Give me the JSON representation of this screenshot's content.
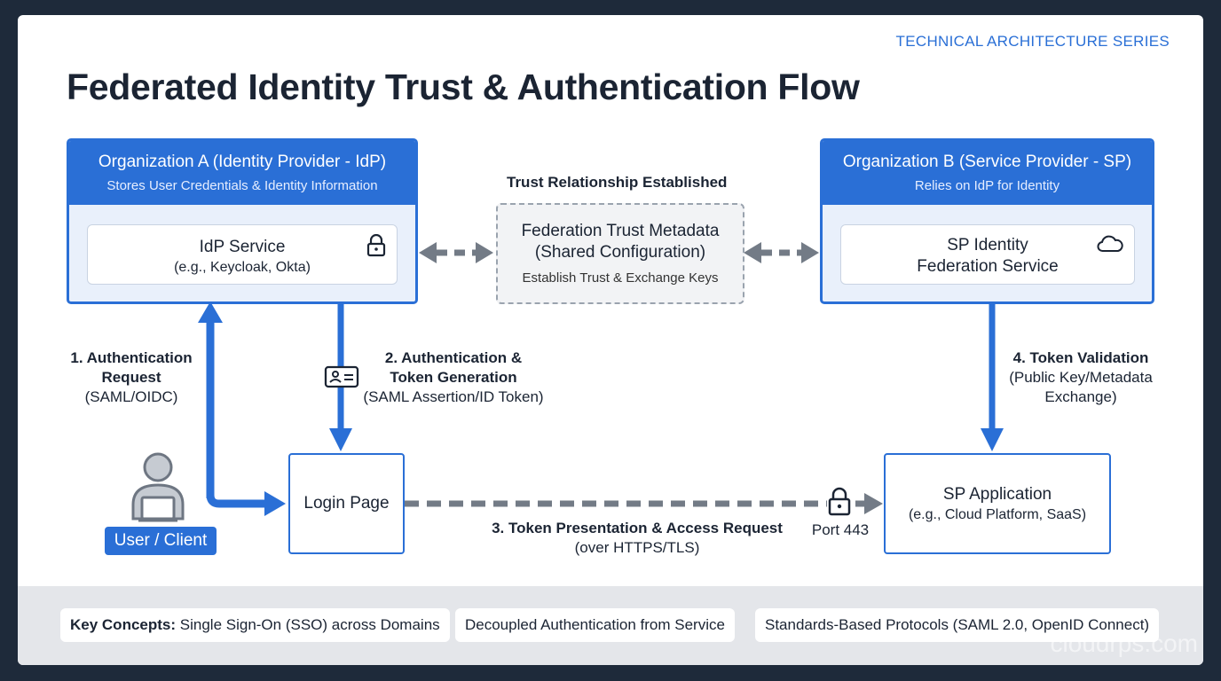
{
  "header": {
    "series": "TECHNICAL ARCHITECTURE SERIES",
    "title": "Federated Identity Trust & Authentication Flow"
  },
  "org_a": {
    "title": "Organization A (Identity Provider - IdP)",
    "subtitle": "Stores User Credentials & Identity Information",
    "service_name": "IdP Service",
    "service_sub": "(e.g., Keycloak, Okta)",
    "icon": "lock-icon"
  },
  "org_b": {
    "title": "Organization B (Service Provider - SP)",
    "subtitle": "Relies on IdP for Identity",
    "service_line1": "SP Identity",
    "service_line2": "Federation Service",
    "icon": "cloud-icon"
  },
  "trust": {
    "label": "Trust Relationship Established",
    "meta_line1": "Federation Trust Metadata",
    "meta_line2": "(Shared Configuration)",
    "meta_sub": "Establish Trust & Exchange Keys"
  },
  "steps": {
    "step1_line1": "1. Authentication",
    "step1_line2": "Request",
    "step1_line3": "(SAML/OIDC)",
    "step2_line1": "2. Authentication &",
    "step2_line2": "Token Generation",
    "step2_line3": "(SAML Assertion/ID Token)",
    "step3_line1": "3. Token Presentation & Access Request",
    "step3_line2": "(over HTTPS/TLS)",
    "port": "Port 443",
    "step4_line1": "4. Token Validation",
    "step4_line2": "(Public Key/Metadata",
    "step4_line3": "Exchange)"
  },
  "nodes": {
    "login": "Login Page",
    "sp_app": "SP Application",
    "sp_app_sub": "(e.g., Cloud Platform, SaaS)",
    "user": "User / Client"
  },
  "footer": {
    "key_label": "Key Concepts:",
    "concept1": "Single Sign-On (SSO) across Domains",
    "concept2": "Decoupled Authentication from Service",
    "concept3": "Standards-Based Protocols (SAML 2.0, OpenID Connect)"
  },
  "watermark": "cloudrps.com",
  "colors": {
    "accent": "#2a6fd6",
    "dark": "#1b2433",
    "grey_arrow": "#737b86",
    "background": "#1e2a3a"
  }
}
